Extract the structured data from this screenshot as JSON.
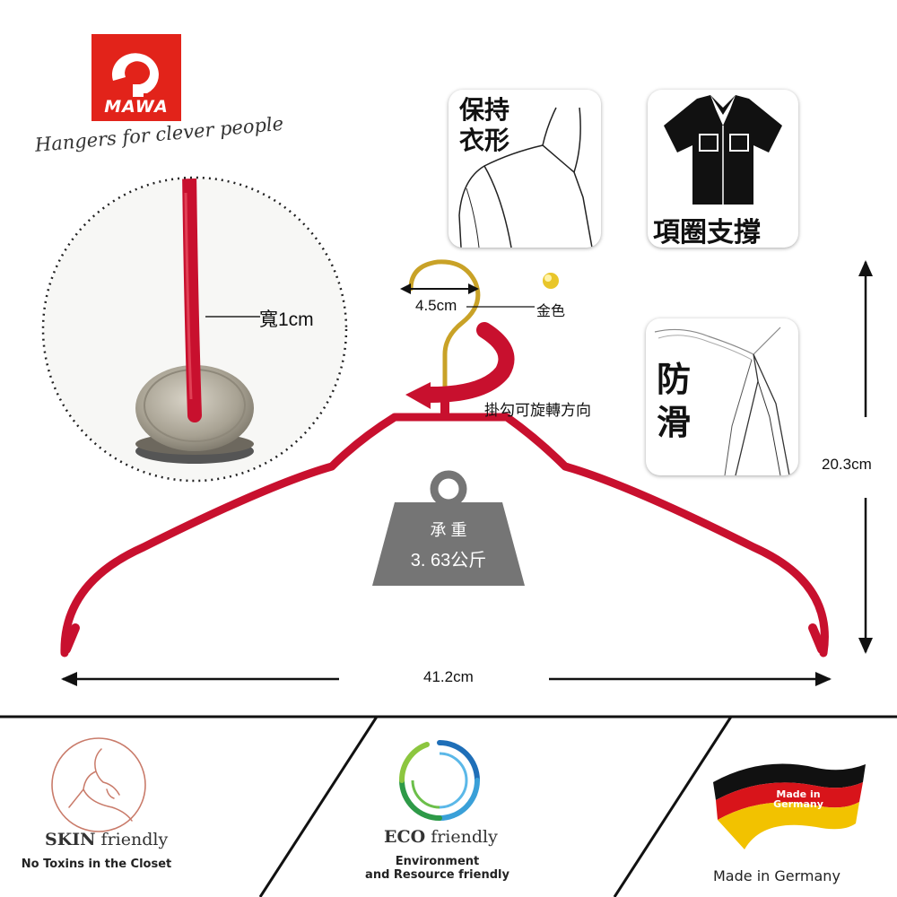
{
  "brand": {
    "logo_text": "MAWA",
    "tagline": "Hangers for clever people"
  },
  "features": {
    "shape_keep": "保持\n衣形",
    "collar_support": "項圈支撐",
    "anti_slip": "防\n滑"
  },
  "specs": {
    "width_label": "寬1cm",
    "hook_width": "4.5cm",
    "hook_color": "金色",
    "hook_rotate": "掛勾可旋轉方向",
    "load_title": "承 重",
    "load_value": "3. 63公斤",
    "height": "20.3cm",
    "length": "41.2cm"
  },
  "colors": {
    "brand_red": "#e2231a",
    "hanger_red": "#c8102e",
    "hook_gold": "#c9a227",
    "weight_gray": "#757575"
  },
  "footer": {
    "skin": {
      "title_bold": "SKIN",
      "title_rest": " friendly",
      "subtitle": "No Toxins in the Closet"
    },
    "eco": {
      "title_bold": "ECO",
      "title_rest": " friendly",
      "subtitle_line1": "Environment",
      "subtitle_line2": "and Resource friendly"
    },
    "germany": {
      "flag_text": "Made in\nGermany",
      "caption": "Made in Germany"
    }
  }
}
